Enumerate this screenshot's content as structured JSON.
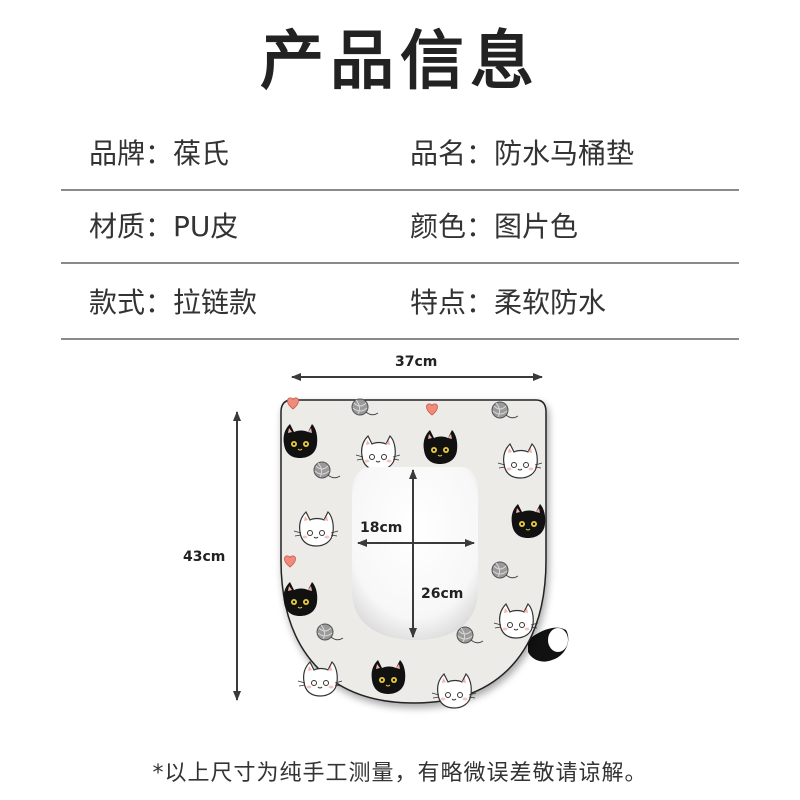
{
  "header": {
    "title": "产品信息"
  },
  "specs": [
    {
      "left": {
        "label": "品牌：",
        "value": "葆氏"
      },
      "right": {
        "label": "品名：",
        "value": "防水马桶垫"
      }
    },
    {
      "left": {
        "label": "材质：",
        "value": "PU皮"
      },
      "right": {
        "label": "颜色：",
        "value": "图片色"
      }
    },
    {
      "left": {
        "label": "款式：",
        "value": "拉链款"
      },
      "right": {
        "label": "特点：",
        "value": "柔软防水"
      }
    }
  ],
  "dimensions": {
    "outer_width": "37cm",
    "outer_height": "43cm",
    "inner_width": "18cm",
    "inner_height": "26cm"
  },
  "illustration": {
    "subject": "toilet-seat-cover-cat-pattern",
    "colors": {
      "seat": "#ecebe8",
      "cat_black": "#111111",
      "cat_eye": "#e8c93a",
      "ear_pink": "#f2b3a8",
      "heart": "#f08a7a",
      "yarn": "#8f8f8f",
      "arrow": "#3a3a3a"
    }
  },
  "footer": {
    "note": "*以上尺寸为纯手工测量，有略微误差敬请谅解。"
  }
}
